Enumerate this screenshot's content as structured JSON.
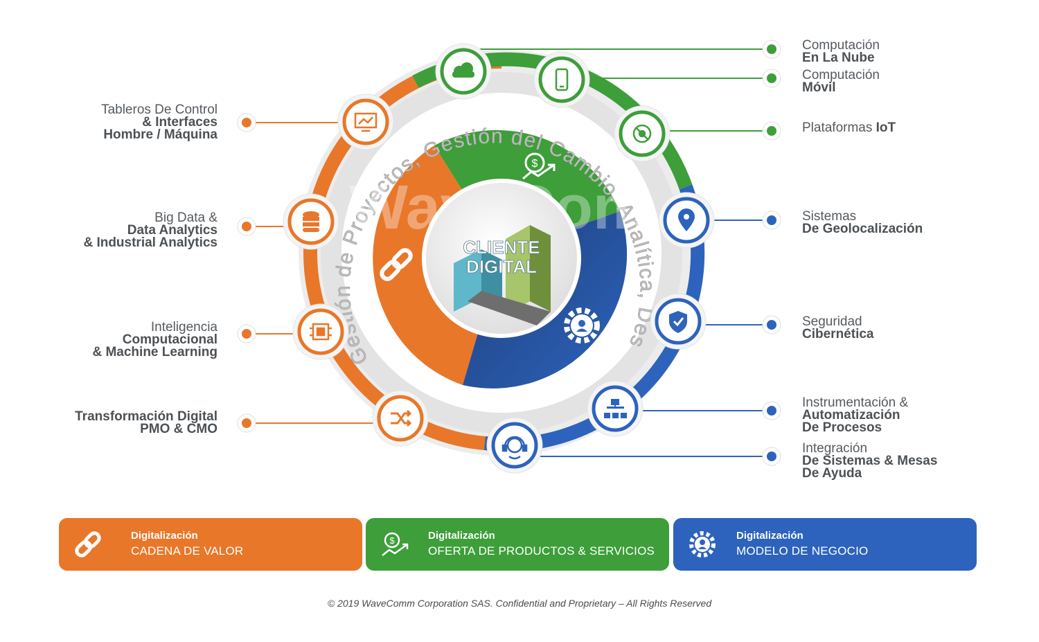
{
  "center": {
    "line1": "CLIENTE",
    "line2": "DIGITAL"
  },
  "watermark": "WaveCom",
  "arc_text": "Gestión de Proyectos, Gestión del Cambio. Analítica, Desarrollo Tecnológico, Gestión de Datos,",
  "colors": {
    "orange": "#E8772A",
    "green": "#3D9E3A",
    "blue": "#2D63BC",
    "text": "#555a5f"
  },
  "left_labels": [
    {
      "line1": "Tableros De Control",
      "line2": "& Interfaces",
      "line3": "Hombre /  Máquina",
      "icon": "dashboard-monitor-icon"
    },
    {
      "line1": "Big Data &",
      "line2": "Data Analytics",
      "line3": "& Industrial Analytics",
      "icon": "database-icon"
    },
    {
      "line1": "Inteligencia",
      "line2": "Computacional",
      "line3": "& Machine Learning",
      "icon": "chip-icon"
    },
    {
      "line1": "Transformación Digital",
      "line2": "PMO & CMO",
      "icon": "shuffle-icon"
    }
  ],
  "right_labels": [
    {
      "line1": "Computación",
      "line2": "En La Nube",
      "icon": "cloud-icon"
    },
    {
      "line1": "Computación",
      "line2": "Móvil",
      "icon": "mobile-icon"
    },
    {
      "line1": "Plataformas",
      "strong": "IoT",
      "icon": "iot-icon"
    },
    {
      "line1": "Sistemas",
      "line2": "De Geolocalización",
      "icon": "location-pin-icon"
    },
    {
      "line1": "Seguridad",
      "line2": "Cibernética",
      "icon": "shield-check-icon"
    },
    {
      "line1": "Instrumentación &",
      "line2": "Automatización",
      "line3": "De Procesos",
      "icon": "hierarchy-icon"
    },
    {
      "line1": "Integración",
      "line2": "De Sistemas & Mesas",
      "line3": "De Ayuda",
      "icon": "headset-agent-icon"
    }
  ],
  "bars": [
    {
      "title": "Digitalización",
      "subtitle": "CADENA  DE VALOR",
      "color": "#E8772A",
      "icon": "chain-link-icon"
    },
    {
      "title": "Digitalización",
      "subtitle": "OFERTA DE PRODUCTOS & SERVICIOS",
      "color": "#3D9E3A",
      "icon": "money-growth-icon"
    },
    {
      "title": "Digitalización",
      "subtitle": "MODELO DE NEGOCIO",
      "color": "#2D63BC",
      "icon": "gear-person-icon"
    }
  ],
  "footer": "© 2019 WaveComm Corporation SAS. Confidential and Proprietary – All Rights Reserved"
}
